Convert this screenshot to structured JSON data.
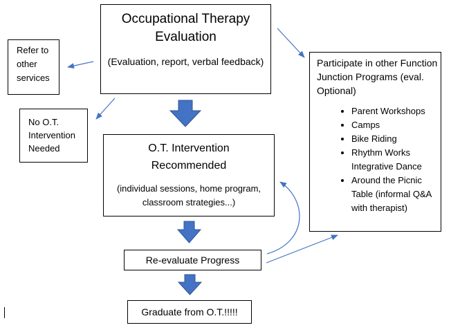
{
  "evaluation": {
    "title": "Occupational Therapy Evaluation",
    "subtitle": "(Evaluation, report, verbal feedback)"
  },
  "refer": {
    "text": "Refer to other services"
  },
  "no_intervention": {
    "text": "No O.T. Intervention Needed"
  },
  "intervention": {
    "title": "O.T. Intervention Recommended",
    "subtitle": "(individual sessions, home program, classroom strategies...)"
  },
  "other_programs": {
    "heading": "Participate in other Function Junction Programs (eval. Optional)",
    "items": [
      "Parent Workshops",
      "Camps",
      "Bike Riding",
      "Rhythm Works Integrative Dance",
      "Around the Picnic Table (informal Q&A with therapist)"
    ]
  },
  "reevaluate": {
    "label": "Re-evaluate Progress"
  },
  "graduate": {
    "label": "Graduate from O.T.!!!!!"
  },
  "colors": {
    "arrow_blue": "#4472C4",
    "block_arrow": "#4472C4"
  }
}
